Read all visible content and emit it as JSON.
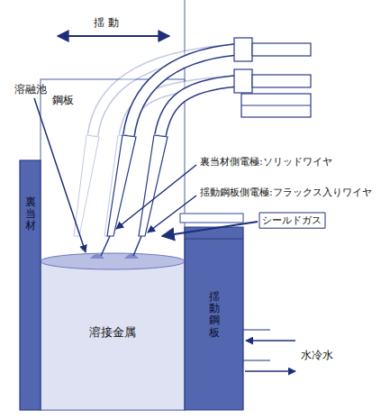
{
  "diagram": {
    "nodes": [
      {
        "text": [
          "裏当材"
        ]
      },
      {
        "text": [
          "溶接金属"
        ]
      },
      {
        "text": [
          "揺動鋼板"
        ]
      }
    ],
    "labels": [
      "揺 動",
      "溶融池",
      "鋼板",
      "裏当材側電極:ソリッドワイヤ",
      "揺動鋼板側電極:フラックス入りワイヤ",
      "シールドガス",
      "水冷水"
    ]
  }
}
